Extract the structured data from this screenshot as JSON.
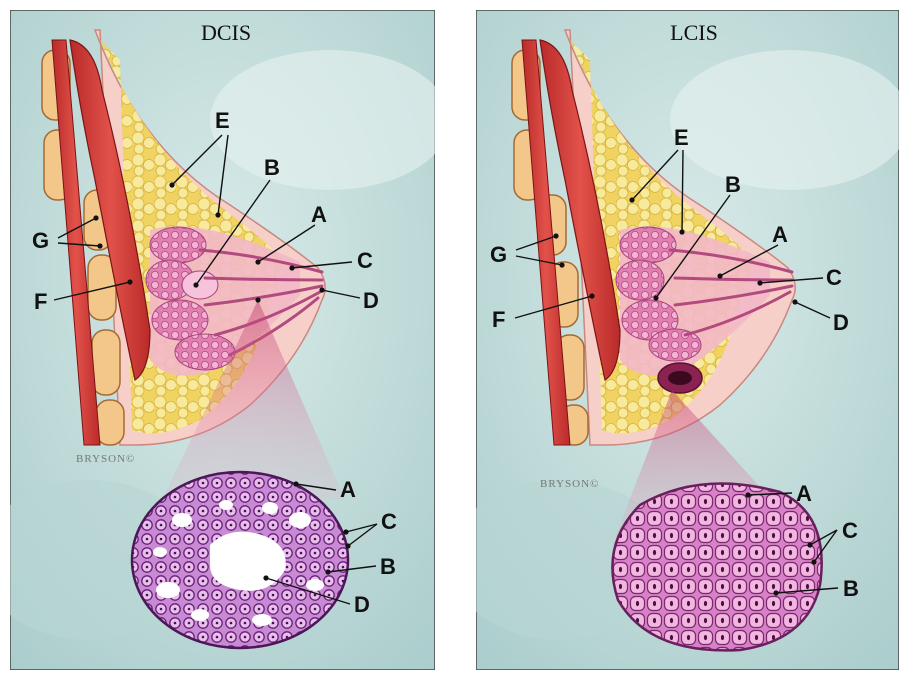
{
  "colors": {
    "background_teal": "#c9e0df",
    "muscle_red": "#d8403c",
    "fat_yellow": "#f6e27a",
    "lobule_pink": "#e48ab4",
    "cell_purple": "#b15ab6",
    "skin_pink": "#f4c6c2"
  },
  "panels": [
    {
      "title": "DCIS",
      "watermark": "BRYSON©",
      "labels": {
        "A": "A",
        "B": "B",
        "C": "C",
        "D": "D",
        "E": "E",
        "F": "F",
        "G": "G"
      },
      "inset_labels": {
        "A": "A",
        "B": "B",
        "C": "C",
        "D": "D"
      }
    },
    {
      "title": "LCIS",
      "watermark": "BRYSON©",
      "labels": {
        "A": "A",
        "B": "B",
        "C": "C",
        "D": "D",
        "E": "E",
        "F": "F",
        "G": "G"
      },
      "inset_labels": {
        "A": "A",
        "B": "B",
        "C": "C"
      }
    }
  ]
}
